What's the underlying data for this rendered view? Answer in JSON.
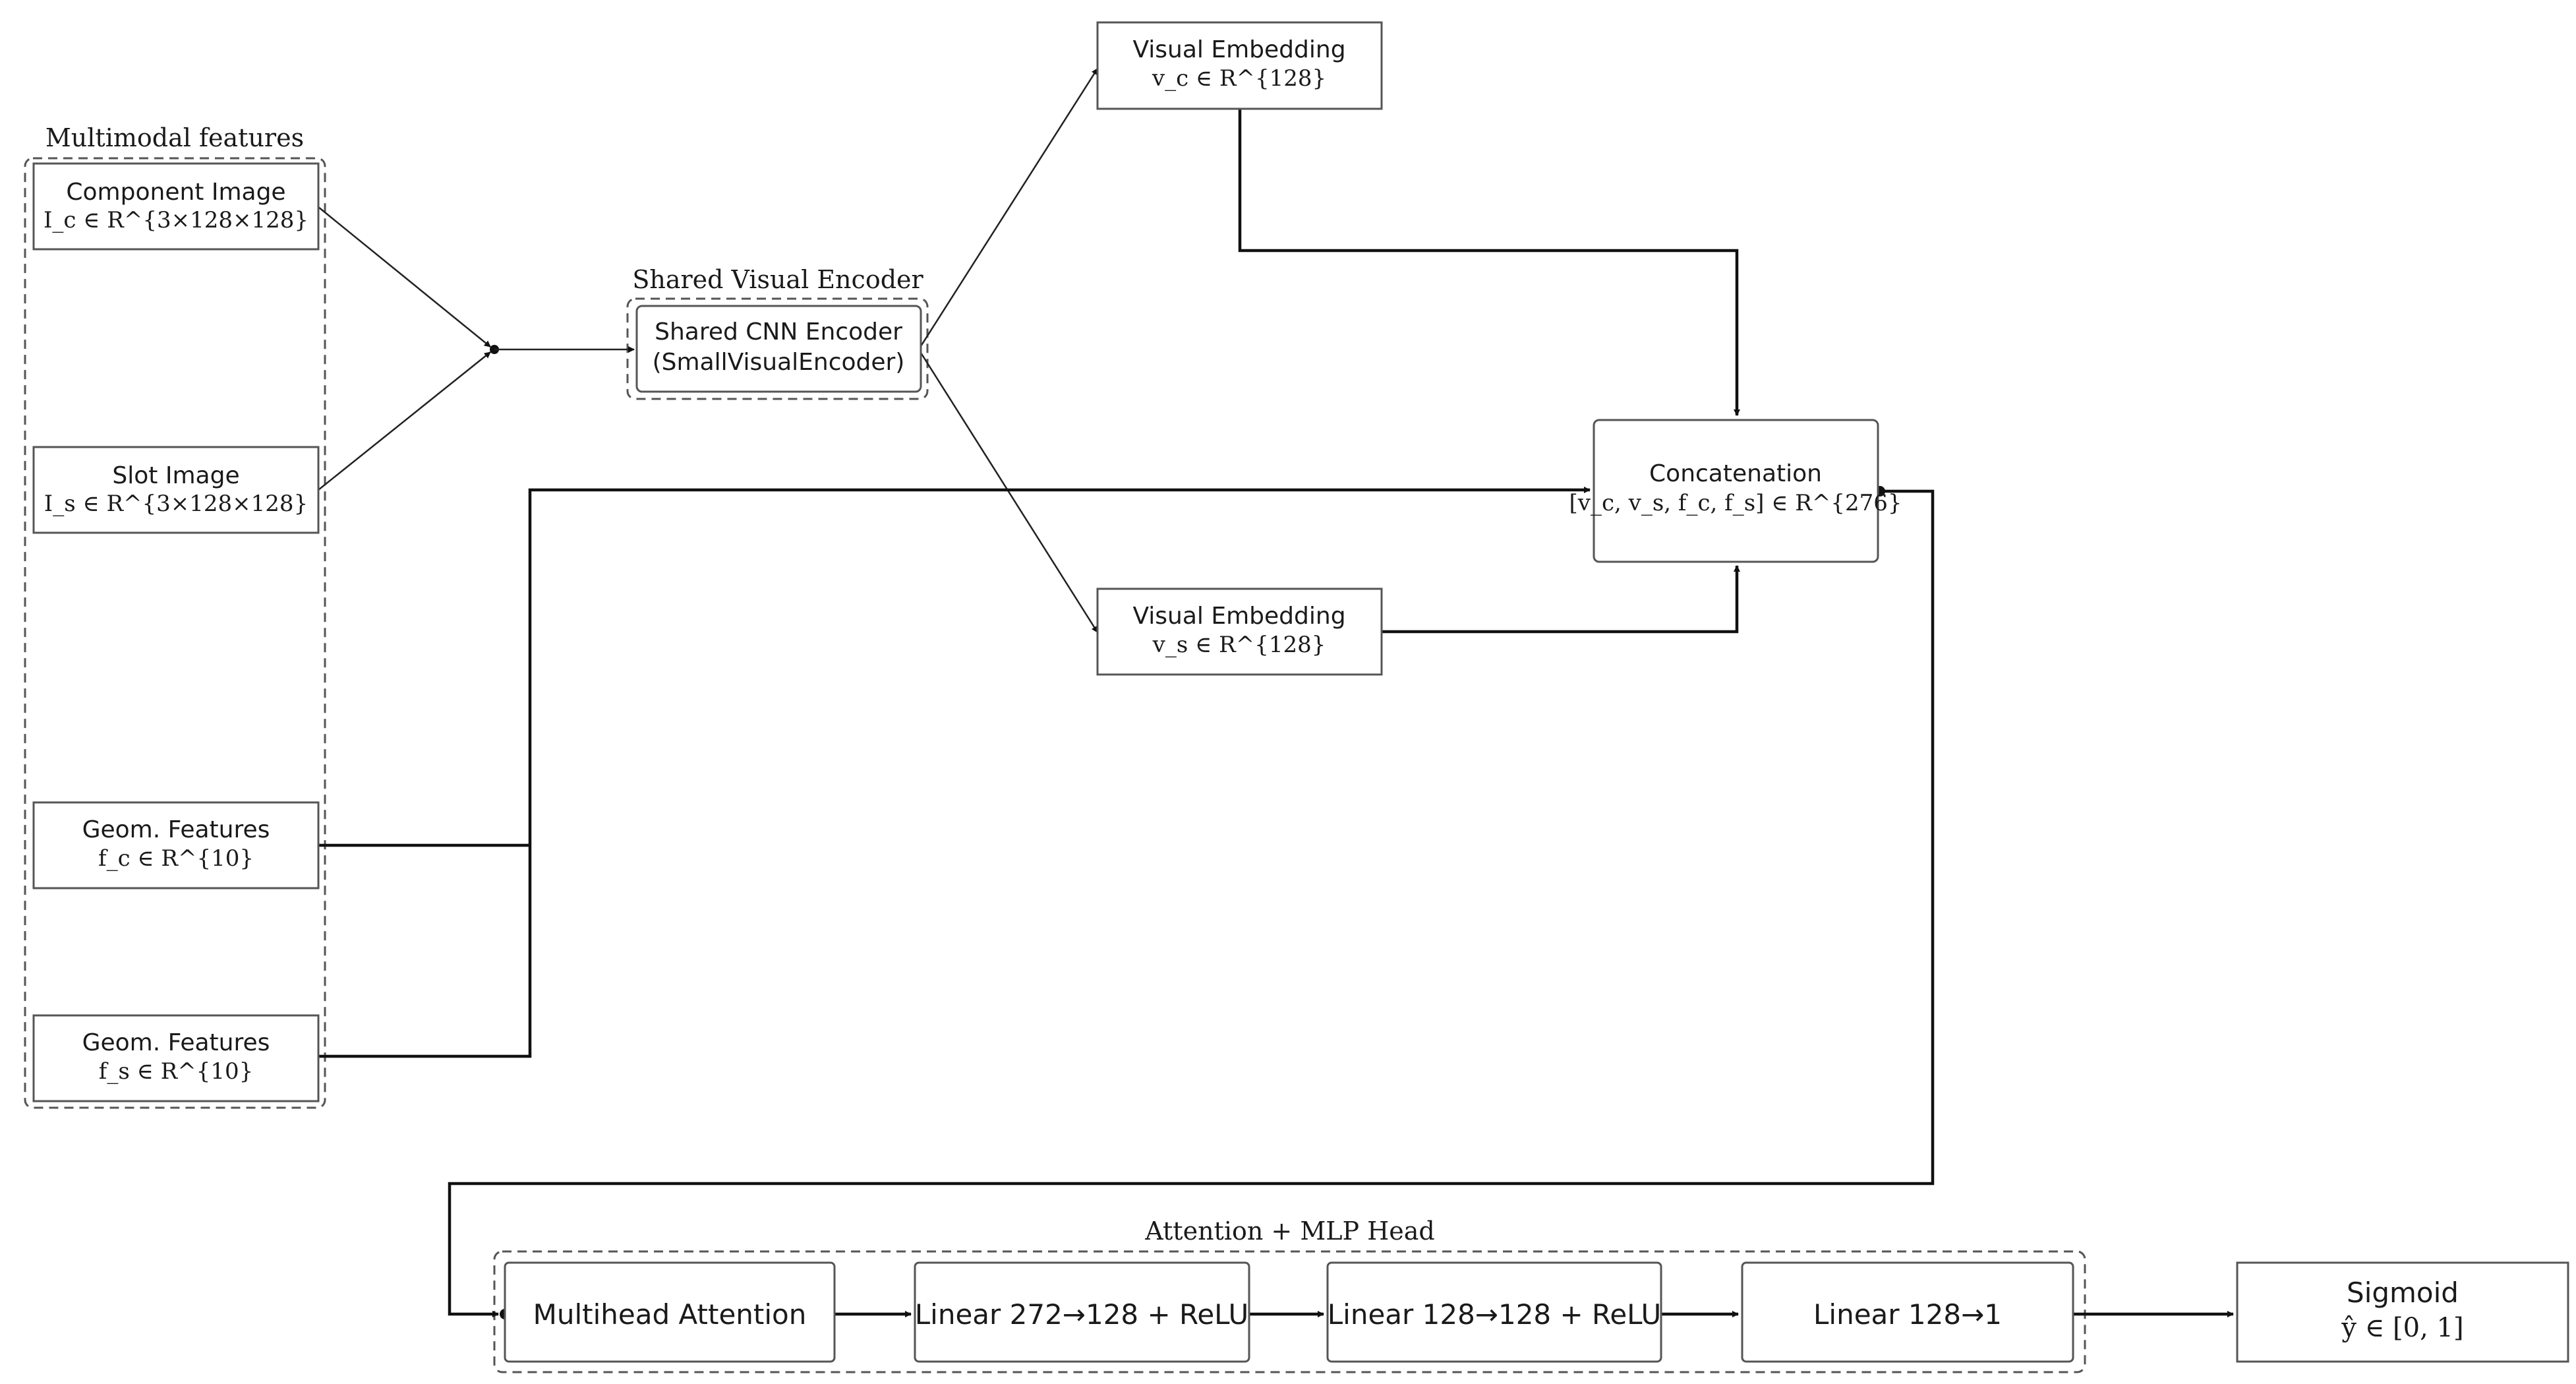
{
  "groups": {
    "multimodal": "Multimodal features",
    "encoder": "Shared Visual Encoder",
    "head": "Attention + MLP Head"
  },
  "nodes": {
    "component_image": {
      "title": "Component Image",
      "math": "I_c ∈ R^{3×128×128}"
    },
    "slot_image": {
      "title": "Slot Image",
      "math": "I_s ∈ R^{3×128×128}"
    },
    "geom_c": {
      "title": "Geom. Features",
      "math": "f_c ∈ R^{10}"
    },
    "geom_s": {
      "title": "Geom. Features",
      "math": "f_s ∈ R^{10}"
    },
    "cnn": {
      "title": "Shared CNN Encoder",
      "sub": "(SmallVisualEncoder)"
    },
    "vis_c": {
      "title": "Visual Embedding",
      "math": "v_c ∈ R^{128}"
    },
    "vis_s": {
      "title": "Visual Embedding",
      "math": "v_s ∈ R^{128}"
    },
    "concat": {
      "title": "Concatenation",
      "math": "[v_c, v_s, f_c, f_s] ∈ R^{276}"
    },
    "attention": {
      "title": "Multihead Attention"
    },
    "linear1": {
      "title": "Linear 272→128 + ReLU"
    },
    "linear2": {
      "title": "Linear 128→128 + ReLU"
    },
    "linear3": {
      "title": "Linear 128→1"
    },
    "sigmoid": {
      "title": "Sigmoid",
      "math": "ŷ ∈ [0, 1]"
    }
  }
}
